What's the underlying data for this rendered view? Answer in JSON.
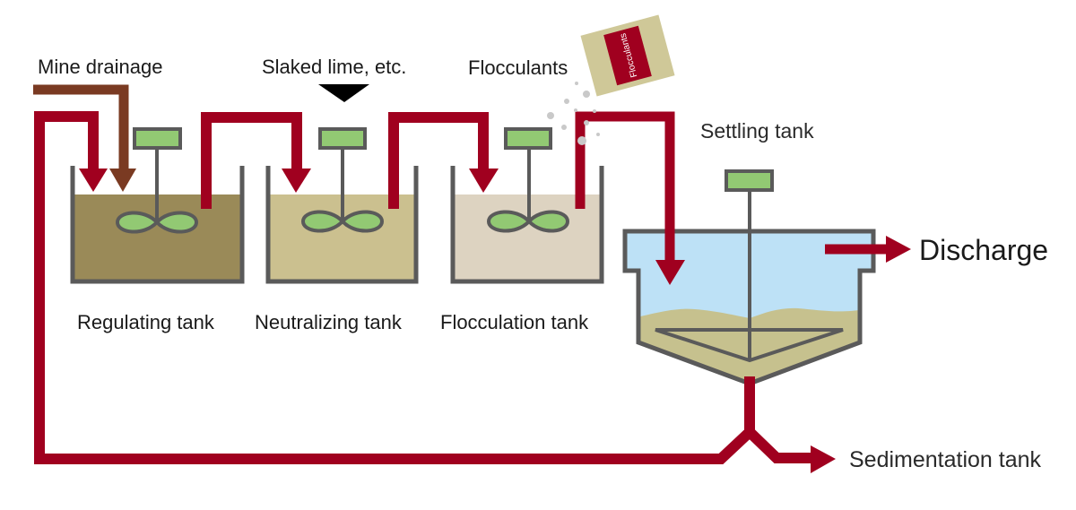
{
  "title": "Mine drainage treatment process",
  "inputs": {
    "mine_drainage": "Mine drainage",
    "slaked_lime": "Slaked lime, etc.",
    "flocculants": "Flocculants",
    "flocculants_bag_label": "Flocculants"
  },
  "tanks": [
    {
      "label": "Regulating tank",
      "liquid_color": "#9a8a58"
    },
    {
      "label": "Neutralizing tank",
      "liquid_color": "#cbc08f"
    },
    {
      "label": "Flocculation tank",
      "liquid_color": "#ddd3c1"
    }
  ],
  "settling_tank": {
    "label": "Settling tank",
    "water_color": "#bde1f6",
    "sediment_color": "#c6c18e"
  },
  "outputs": {
    "discharge": "Discharge",
    "sedimentation": "Sedimentation tank"
  },
  "colors": {
    "pipe_red": "#a0001f",
    "pipe_brown": "#7a3a22",
    "wall_gray": "#5a5a5a",
    "motor_green": "#92c973",
    "bag_color": "#cfc898",
    "particle_gray": "#c9c9c9"
  }
}
